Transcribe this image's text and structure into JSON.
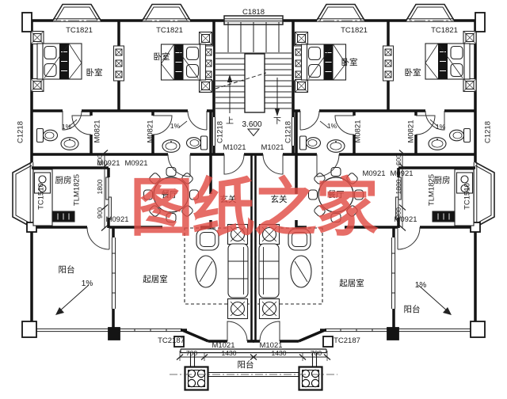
{
  "drawing": {
    "watermark": {
      "text": "图纸之家",
      "color": "#e04d46"
    },
    "level": {
      "value": "3.600",
      "up": "上",
      "down": "下"
    },
    "rooms": {
      "bedroom": "卧室",
      "kitchen": "厨房",
      "dining": "餐厅",
      "foyer": "玄关",
      "living": "起居室",
      "balcony": "阳台"
    },
    "windows": {
      "stair": "C1818",
      "bedroom": "TC1821",
      "bath": "C1218",
      "living": "TC2187",
      "kitchen_bay": "TC1510"
    },
    "doors": {
      "bath": "M0821",
      "room": "M0921",
      "entry": "M1021",
      "kitchen_sliding": "TLM1825"
    },
    "dims": {
      "d700": "700",
      "d1430": "1430",
      "d600": "600",
      "d1800": "1800",
      "d900": "900",
      "slope": "1%"
    }
  },
  "colors": {
    "line": "#141414",
    "background": "#ffffff",
    "watermark": "#e04d46"
  }
}
